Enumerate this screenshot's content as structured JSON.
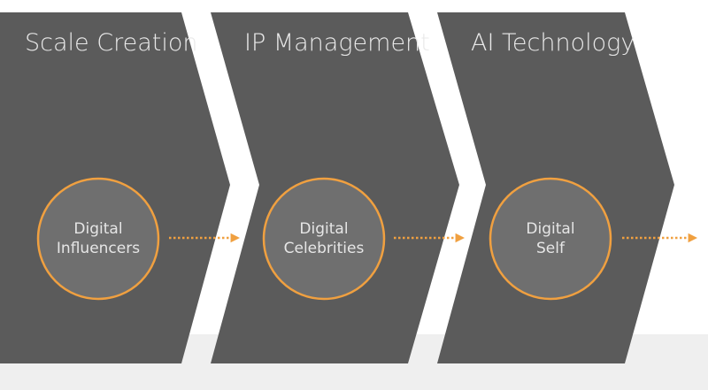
{
  "stages": [
    {
      "title": "Scale Creation",
      "circle_lines": [
        "Digital",
        "Influencers"
      ]
    },
    {
      "title": "IP Management",
      "circle_lines": [
        "Digital",
        "Celebrities"
      ]
    },
    {
      "title": "AI Technology",
      "circle_lines": [
        "Digital",
        "Self"
      ]
    }
  ],
  "colors": {
    "chevron": "#5b5b5b",
    "circle_fill": "#6f6f6f",
    "circle_stroke": "#f0a040",
    "arrow": "#f0a040",
    "floor": "#efefef"
  }
}
